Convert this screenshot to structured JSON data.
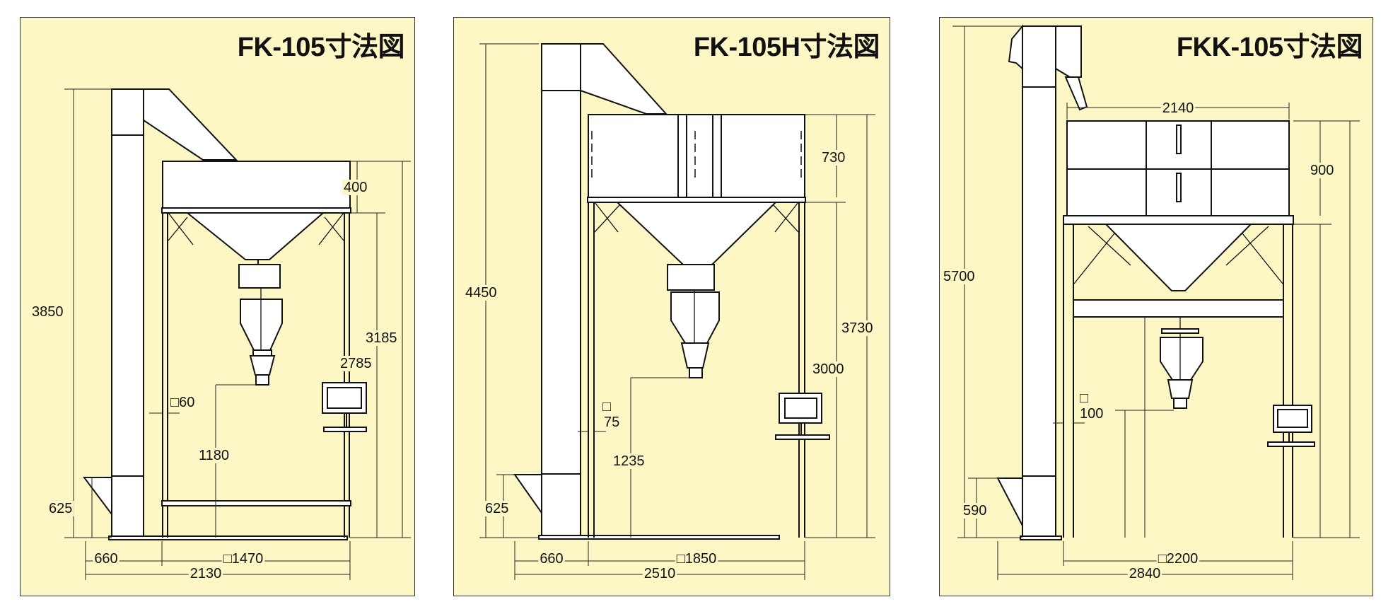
{
  "panels": [
    {
      "title": "FK-105寸法図",
      "dims": {
        "total_height": "3850",
        "frame_height": "3185",
        "leg_height": "2785",
        "hopper_height": "400",
        "post_size": "□60",
        "outlet_height": "1180",
        "inlet_height": "625",
        "elevator_offset": "660",
        "frame_width": "□1470",
        "total_width": "2130"
      }
    },
    {
      "title": "FK-105H寸法図",
      "dims": {
        "total_height": "4450",
        "frame_height": "3730",
        "leg_height": "3000",
        "hopper_height": "730",
        "post_size_box": "□",
        "post_size": "75",
        "outlet_height": "1235",
        "inlet_height": "625",
        "elevator_offset": "660",
        "frame_width": "□1850",
        "total_width": "2510"
      }
    },
    {
      "title": "FKK-105寸法図",
      "dims": {
        "total_height": "5700",
        "hopper_height": "900",
        "hopper_width": "2140",
        "post_size_box": "□",
        "post_size": "100",
        "inlet_height": "590",
        "frame_width": "□2200",
        "total_width": "2840"
      }
    }
  ],
  "colors": {
    "panel_bg": "#fdf7c6",
    "line": "#111111",
    "fill": "#ffffff"
  }
}
